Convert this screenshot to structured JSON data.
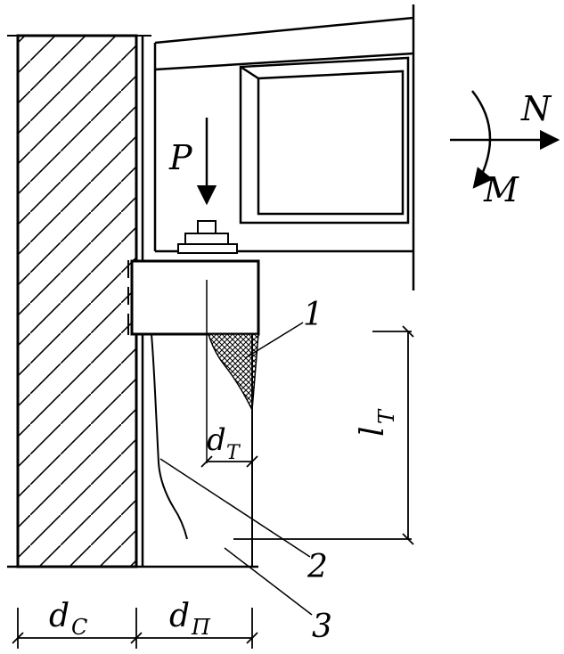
{
  "labels": {
    "load": "P",
    "normal_force": "N",
    "moment": "M",
    "callout_1": "1",
    "callout_2": "2",
    "callout_3": "3",
    "dim_dT": {
      "base": "d",
      "sub": "T"
    },
    "dim_lT": {
      "base": "l",
      "sub": "T"
    },
    "dim_dC": {
      "base": "d",
      "sub": "C"
    },
    "dim_dP": {
      "base": "d",
      "sub": "П"
    }
  },
  "colors": {
    "ink": "#000000",
    "paper": "#ffffff"
  }
}
